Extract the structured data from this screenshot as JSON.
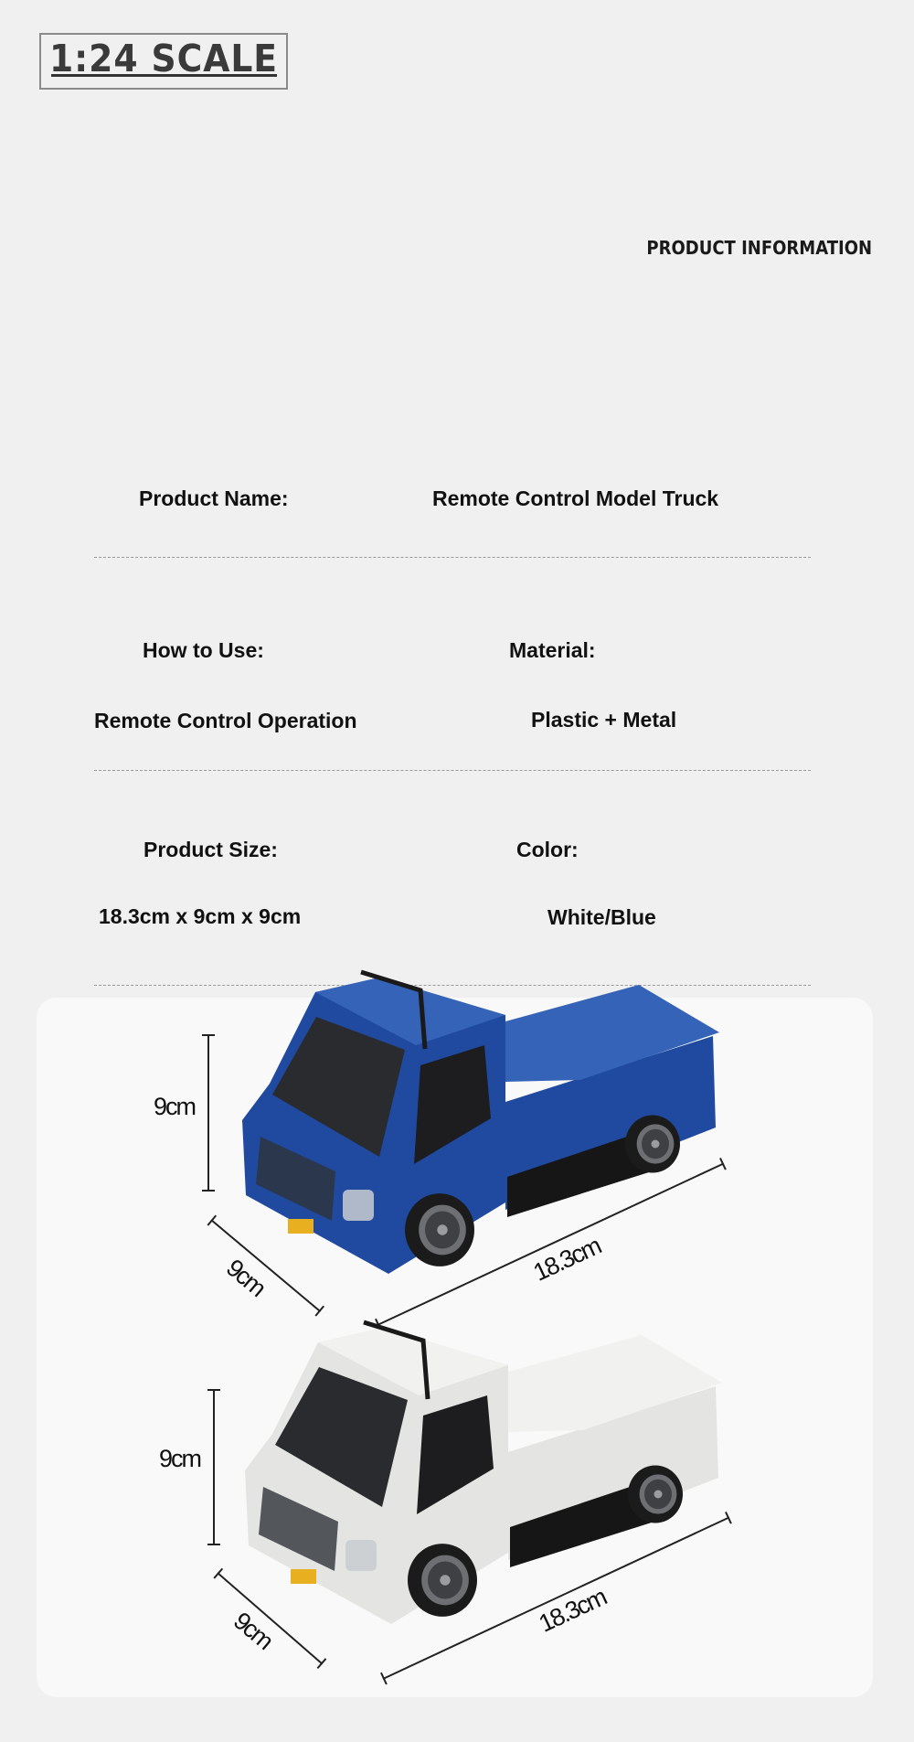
{
  "header": {
    "scale_label": "1:24 SCALE",
    "section_title": "PRODUCT INFORMATION"
  },
  "info": {
    "product_name_label": "Product Name:",
    "product_name_value": "Remote Control Model Truck",
    "how_to_use_label": "How to Use:",
    "how_to_use_value": "Remote Control Operation",
    "material_label": "Material:",
    "material_value": "Plastic +  Metal",
    "size_label": "Product Size:",
    "size_value": "18.3cm x 9cm x 9cm",
    "color_label": "Color:",
    "color_value": "White/Blue"
  },
  "trucks": [
    {
      "variant": "blue",
      "height": "9cm",
      "width": "9cm",
      "length": "18.3cm",
      "body_color": "#1f4aa0",
      "roof_color": "#3563b8"
    },
    {
      "variant": "white",
      "height": "9cm",
      "width": "9cm",
      "length": "18.3cm",
      "body_color": "#e4e4e2",
      "roof_color": "#f1f1ef"
    }
  ]
}
